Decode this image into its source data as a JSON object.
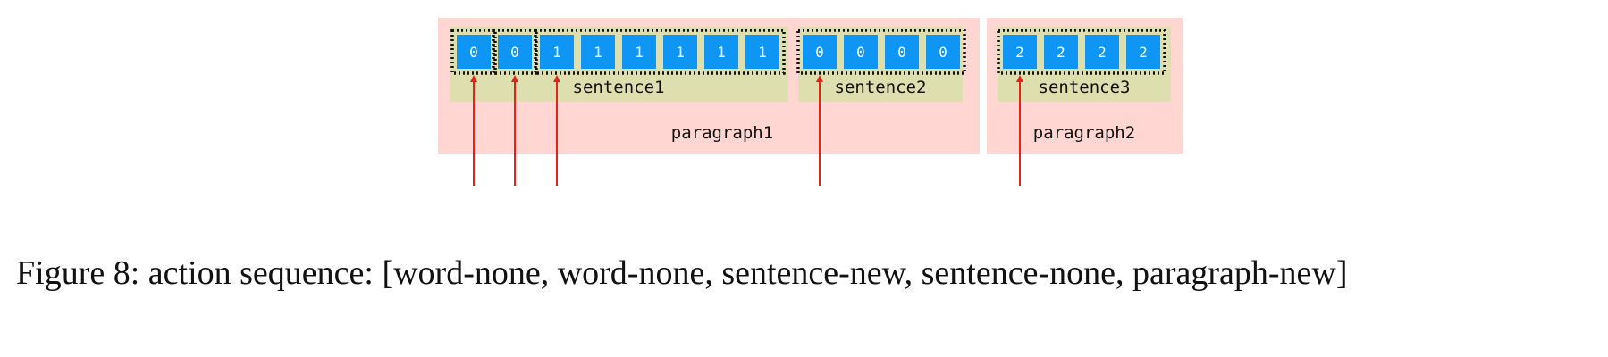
{
  "diagram": {
    "paragraphs": [
      {
        "label": "paragraph1"
      },
      {
        "label": "paragraph2"
      }
    ],
    "sentences": [
      {
        "label": "sentence1",
        "paragraph": 0
      },
      {
        "label": "sentence2",
        "paragraph": 0
      },
      {
        "label": "sentence3",
        "paragraph": 1
      }
    ],
    "words": [
      "0",
      "0",
      "1",
      "1",
      "1",
      "1",
      "1",
      "1",
      "0",
      "0",
      "0",
      "0",
      "2",
      "2",
      "2",
      "2"
    ],
    "groups": [
      {
        "from": 0,
        "to": 0
      },
      {
        "from": 1,
        "to": 1
      },
      {
        "from": 2,
        "to": 7
      },
      {
        "from": 8,
        "to": 11
      },
      {
        "from": 12,
        "to": 15
      }
    ],
    "arrow_words": [
      0,
      1,
      2,
      8,
      12
    ],
    "colors": {
      "paragraph_bg": "#ffd6d1",
      "sentence_bg": "#dedfae",
      "word_fill": "#0f96f4",
      "word_text": "#ffffff",
      "arrow": "#e8221b",
      "group_border": "#111111"
    }
  },
  "caption": {
    "figure_label": "Figure 8:",
    "text": "action sequence: [word-none, word-none, sentence-new, sentence-none, paragraph-new]"
  }
}
